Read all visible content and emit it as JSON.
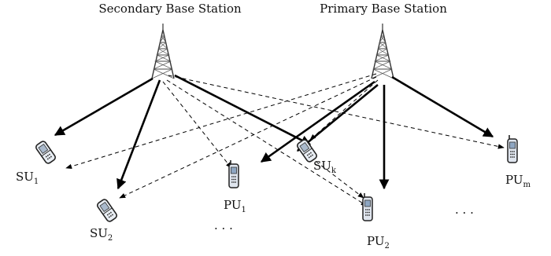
{
  "titles": {
    "secondary": "Secondary Base Station",
    "primary": "Primary Base Station"
  },
  "nodes": {
    "su1": {
      "base": "SU",
      "sub": "1"
    },
    "su2": {
      "base": "SU",
      "sub": "2"
    },
    "suk": {
      "base": "SU",
      "sub": "k"
    },
    "pu1": {
      "base": "PU",
      "sub": "1"
    },
    "pu2": {
      "base": "PU",
      "sub": "2"
    },
    "pum": {
      "base": "PU",
      "sub": "m"
    }
  },
  "ellipsis": "· · ·"
}
